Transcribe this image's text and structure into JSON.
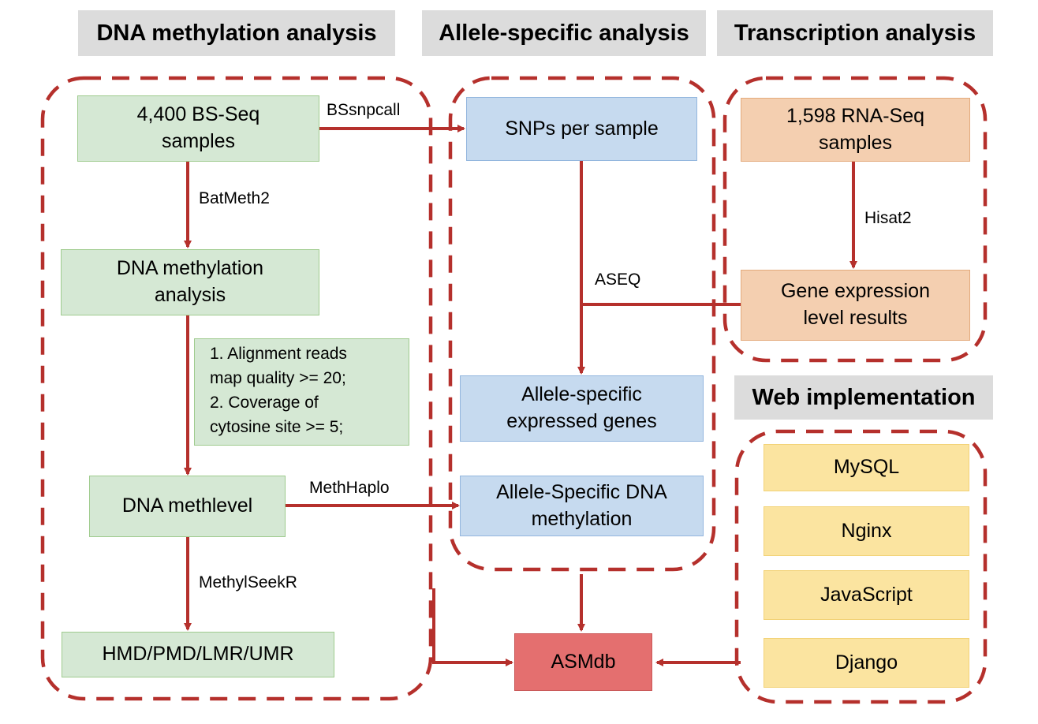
{
  "headers": {
    "dna": "DNA methylation analysis",
    "allele": "Allele-specific analysis",
    "transcription": "Transcription analysis",
    "web": "Web implementation"
  },
  "nodes": {
    "bsseq": "4,400 BS-Seq\nsamples",
    "dna_analysis": "DNA methylation\nanalysis",
    "methlevel": "DNA methlevel",
    "regions": "HMD/PMD/LMR/UMR",
    "snps": "SNPs per sample",
    "ase_genes": "Allele-specific\nexpressed genes",
    "asm": "Allele-Specific DNA\nmethylation",
    "rnaseq": "1,598 RNA-Seq\nsamples",
    "gene_expr": "Gene expression\nlevel results",
    "asmdb": "ASMdb"
  },
  "filter_note": "1. Alignment reads\nmap quality >= 20;\n2. Coverage of\ncytosine site >= 5;",
  "web_stack": [
    "MySQL",
    "Nginx",
    "JavaScript",
    "Django"
  ],
  "edge_labels": {
    "bssnpcall": "BSsnpcall",
    "batmeth2": "BatMeth2",
    "methhaplo": "MethHaplo",
    "methylseekr": "MethylSeekR",
    "hisat2": "Hisat2",
    "aseq": "ASEQ"
  },
  "colors": {
    "arrow": "#b5302c",
    "green": "#d5e8d4",
    "blue": "#c6daef",
    "orange": "#f4cfb0",
    "yellow": "#fbe4a0",
    "red": "#e46f6f",
    "header_bg": "#dcdcdc"
  }
}
